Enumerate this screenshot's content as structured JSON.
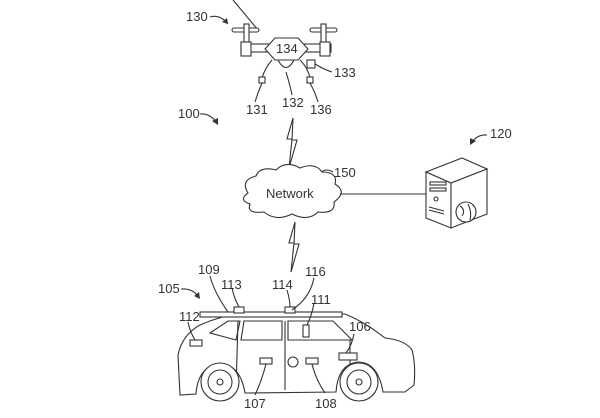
{
  "diagram": {
    "system_ref": "100",
    "drone": {
      "ref": "130",
      "body_ref": "134",
      "parts": [
        "131",
        "132",
        "136",
        "133"
      ]
    },
    "network": {
      "ref": "150",
      "label": "Network"
    },
    "server": {
      "ref": "120"
    },
    "vehicle": {
      "ref": "105",
      "parts": [
        "109",
        "113",
        "114",
        "116",
        "111",
        "112",
        "106",
        "107",
        "108"
      ]
    }
  }
}
